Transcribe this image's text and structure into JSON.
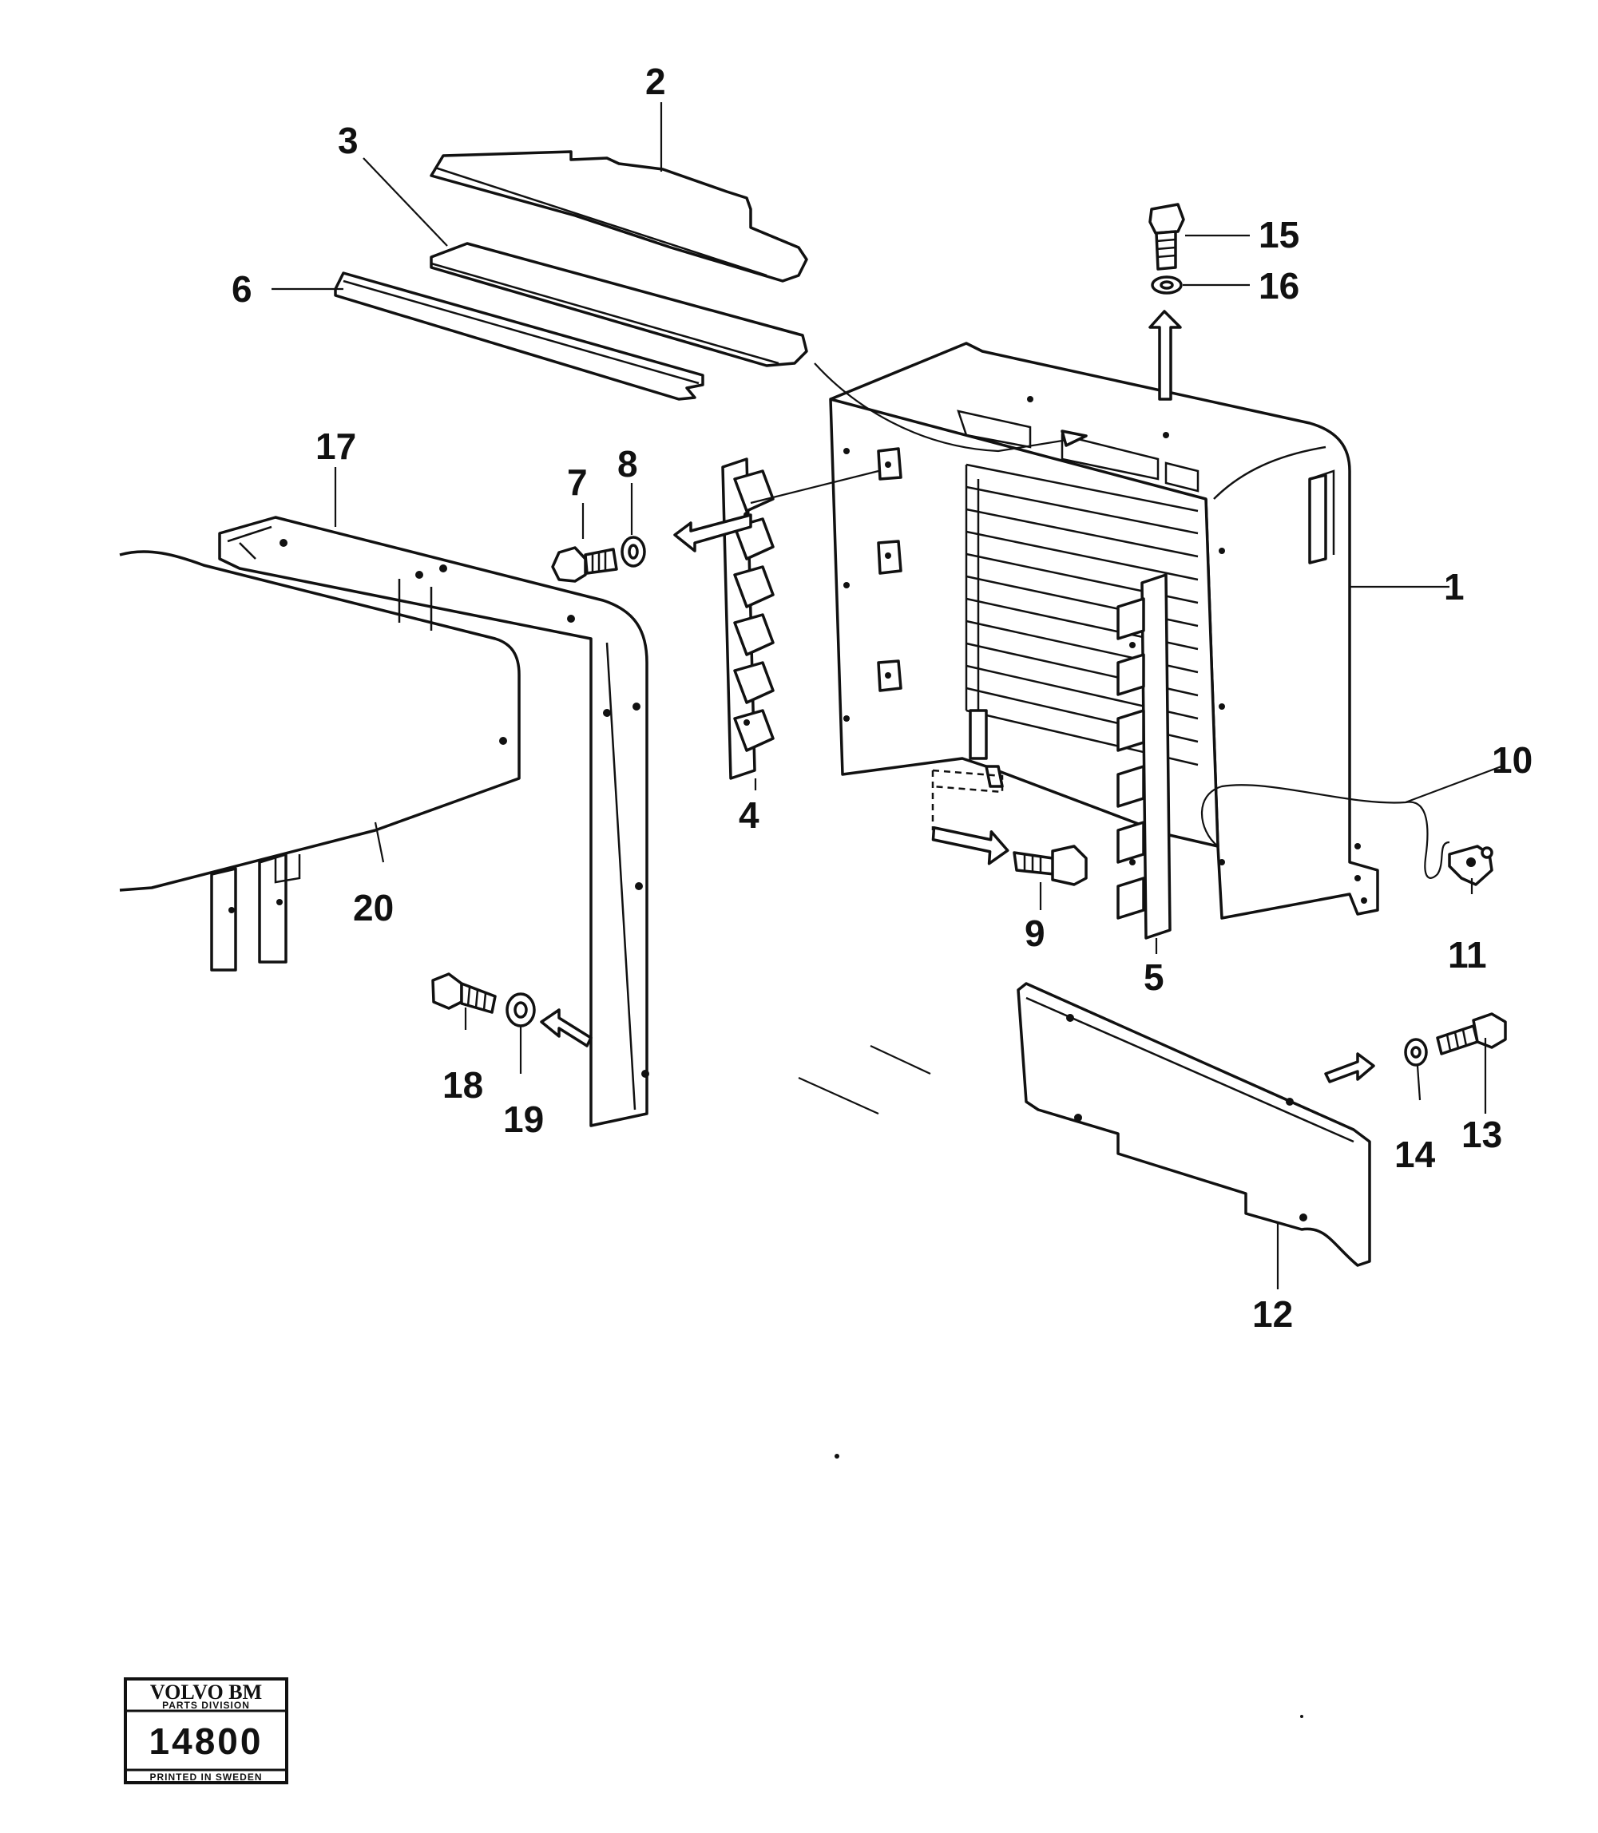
{
  "callouts": {
    "p1": "1",
    "p2": "2",
    "p3": "3",
    "p4": "4",
    "p5": "5",
    "p6": "6",
    "p7": "7",
    "p8": "8",
    "p9": "9",
    "p10": "10",
    "p11": "11",
    "p12": "12",
    "p13": "13",
    "p14": "14",
    "p15": "15",
    "p16": "16",
    "p17": "17",
    "p18": "18",
    "p19": "19",
    "p20": "20"
  },
  "stamp": {
    "brand": "VOLVO BM",
    "division": "PARTS DIVISION",
    "number": "14800",
    "footer": "PRINTED IN SWEDEN"
  }
}
